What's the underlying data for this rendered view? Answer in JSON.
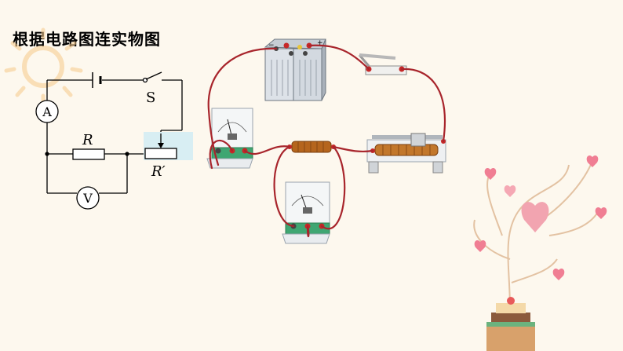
{
  "title": "根据电路图连实物图",
  "schematic": {
    "switch_label": "S",
    "resistor_label": "R",
    "rheostat_label": "R′",
    "ammeter_label": "A",
    "voltmeter_label": "V"
  },
  "colors": {
    "wire": "#a8252c",
    "background": "#fdf8ee",
    "rheostat_highlight": "#d8eef3",
    "sun": "#f7c98a",
    "heart": "#f07e93"
  }
}
